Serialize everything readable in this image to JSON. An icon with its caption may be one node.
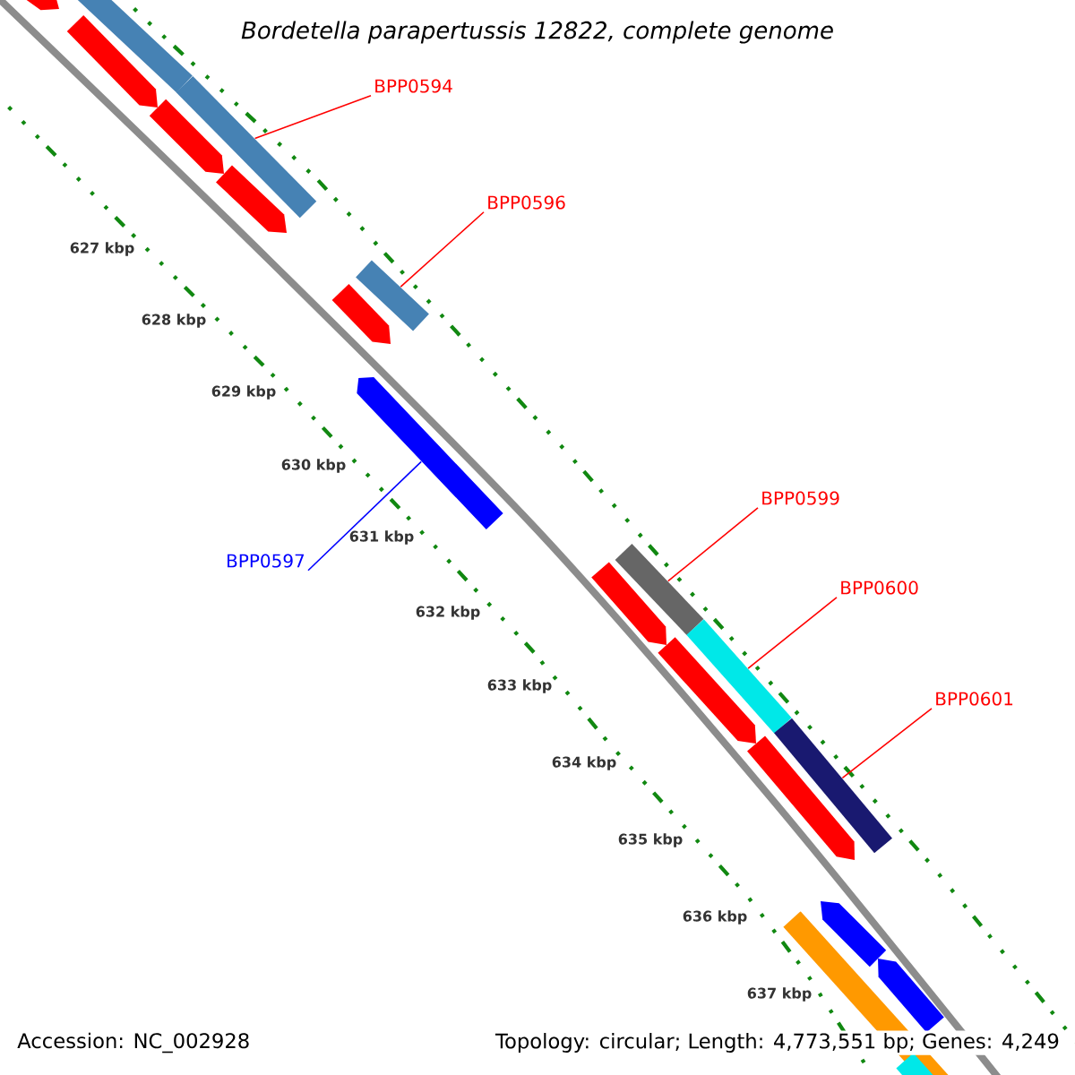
{
  "diagram": {
    "title": "Bordetella parapertussis 12822, complete genome",
    "nodes": [
      {
        "text": [
          "BPP0594"
        ]
      },
      {
        "text": [],
        "shape": "bar"
      },
      {
        "text": [
          "BPP0596"
        ]
      },
      {
        "text": [],
        "shape": "bar"
      },
      {
        "text": [
          "BPP0597"
        ]
      },
      {
        "text": [],
        "shape": "bar"
      },
      {
        "text": [
          "BPP0599"
        ]
      },
      {
        "text": [],
        "shape": "bar"
      },
      {
        "text": [
          "BPP0600"
        ]
      },
      {
        "text": [],
        "shape": "bar"
      },
      {
        "text": [
          "BPP0601"
        ]
      },
      {
        "text": [],
        "shape": "bar"
      }
    ],
    "edges": [
      {
        "from": 0,
        "to": 1,
        "arrow": "none"
      },
      {
        "from": 2,
        "to": 3,
        "arrow": "none"
      },
      {
        "from": 4,
        "to": 5,
        "arrow": "none",
        "color": "#0000ff"
      },
      {
        "from": 6,
        "to": 7,
        "arrow": "none"
      },
      {
        "from": 8,
        "to": 9,
        "arrow": "none"
      },
      {
        "from": 10,
        "to": 11,
        "arrow": "none"
      }
    ],
    "labels": [
      "627 kbp",
      "628 kbp",
      "629 kbp",
      "630 kbp",
      "631 kbp",
      "632 kbp",
      "633 kbp",
      "634 kbp",
      "635 kbp",
      "636 kbp",
      "637 kbp",
      "Accession: NC_002928",
      "Topology: circular; Length: 4,773,551 bp; Genes: 4,249"
    ]
  }
}
